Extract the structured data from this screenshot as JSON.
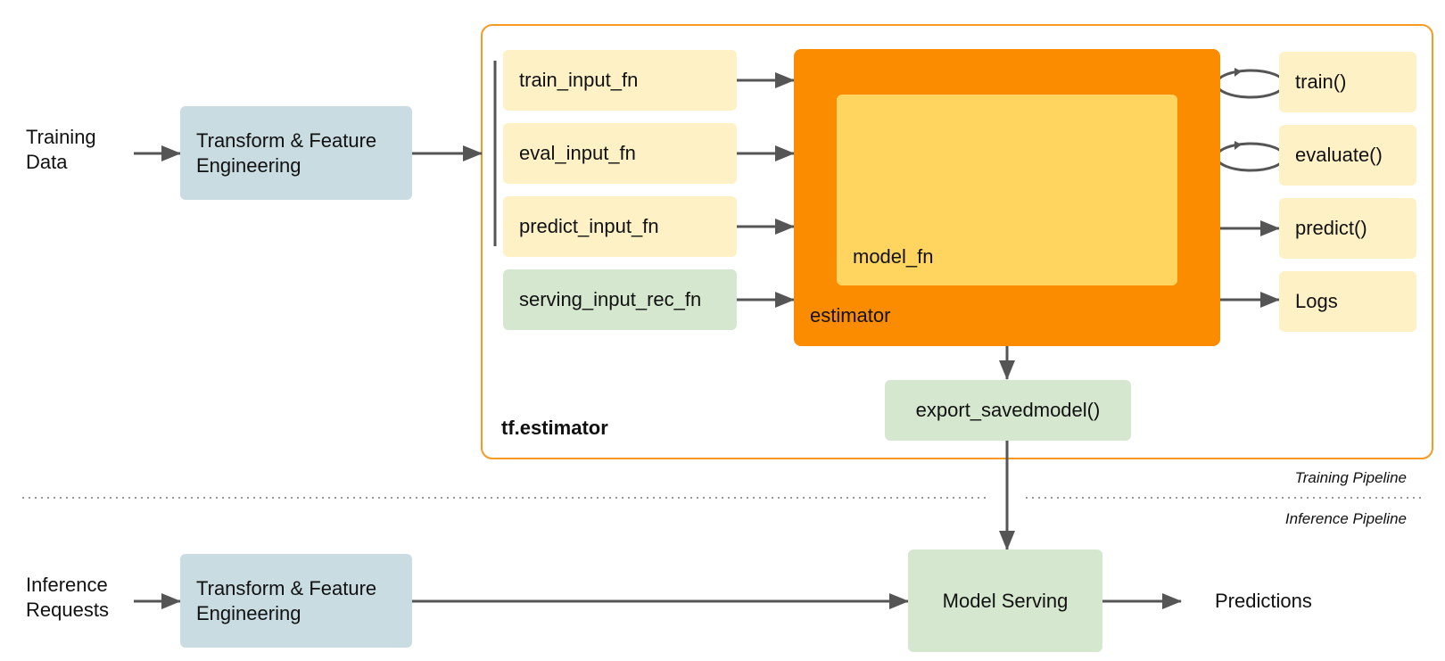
{
  "training": {
    "input_label": "Training\nData",
    "transform_label": "Transform & Feature\nEngineering"
  },
  "estimator_frame": {
    "title": "tf.estimator",
    "input_fns": {
      "train": "train_input_fn",
      "eval": "eval_input_fn",
      "predict": "predict_input_fn",
      "serving": "serving_input_rec_fn"
    },
    "estimator_label": "estimator",
    "model_fn_label": "model_fn",
    "outputs": {
      "train": "train()",
      "evaluate": "evaluate()",
      "predict": "predict()",
      "logs": "Logs"
    },
    "export_label": "export_savedmodel()"
  },
  "pipeline_labels": {
    "training": "Training Pipeline",
    "inference": "Inference Pipeline"
  },
  "inference": {
    "input_label": "Inference\nRequests",
    "transform_label": "Transform & Feature\nEngineering",
    "serving_label": "Model Serving",
    "output_label": "Predictions"
  },
  "colors": {
    "frame_border": "#f59a23",
    "estimator": "#fb8c00",
    "model_fn": "#ffd560",
    "arrow": "#555555"
  }
}
